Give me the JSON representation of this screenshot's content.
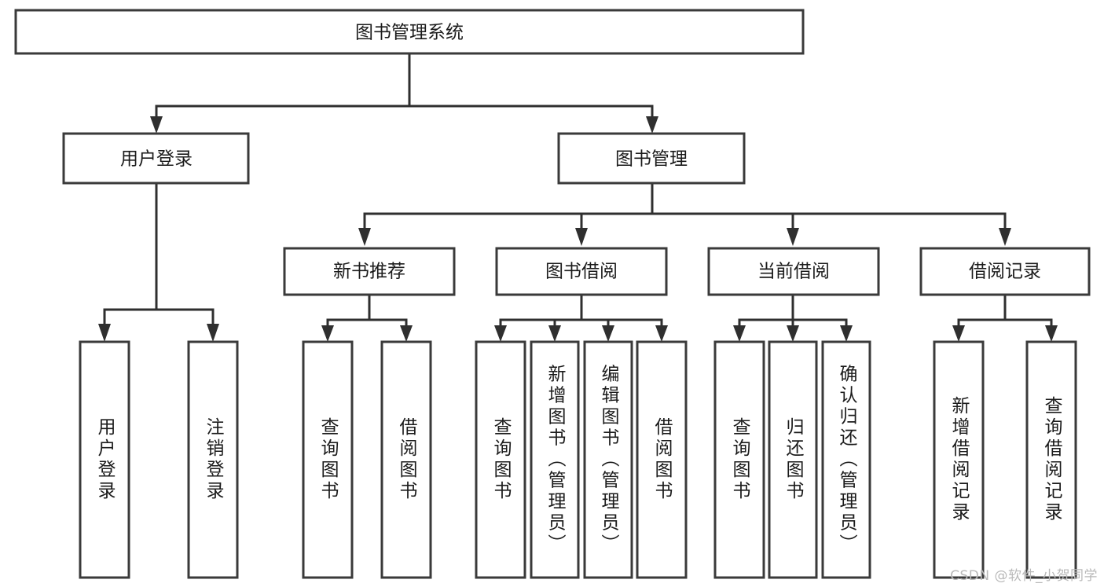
{
  "diagram": {
    "title": "图书管理系统",
    "type": "tree-hierarchy",
    "watermark": "CSDN @软件_小贺同学",
    "colors": {
      "background": "#ffffff",
      "box_stroke": "#3a3a3a",
      "line": "#2f2f2f",
      "text": "#1b1b1b",
      "watermark": "#b9b9b9"
    },
    "nodes": {
      "root": {
        "label": "图书管理系统",
        "orientation": "horizontal"
      },
      "level2": [
        {
          "label": "用户登录",
          "orientation": "horizontal"
        },
        {
          "label": "图书管理",
          "orientation": "horizontal"
        }
      ],
      "level3": [
        {
          "label": "新书推荐",
          "orientation": "horizontal"
        },
        {
          "label": "图书借阅",
          "orientation": "horizontal"
        },
        {
          "label": "当前借阅",
          "orientation": "horizontal"
        },
        {
          "label": "借阅记录",
          "orientation": "horizontal"
        }
      ],
      "leaves_user_login": [
        {
          "label": "用户登录",
          "orientation": "vertical"
        },
        {
          "label": "注销登录",
          "orientation": "vertical"
        }
      ],
      "leaves_new_book": [
        {
          "label": "查询图书",
          "orientation": "vertical"
        },
        {
          "label": "借阅图书",
          "orientation": "vertical"
        }
      ],
      "leaves_book_borrow": [
        {
          "label": "查询图书",
          "orientation": "vertical"
        },
        {
          "label": "新增图书（管理员）",
          "orientation": "vertical"
        },
        {
          "label": "编辑图书（管理员）",
          "orientation": "vertical"
        },
        {
          "label": "借阅图书",
          "orientation": "vertical"
        }
      ],
      "leaves_current_borrow": [
        {
          "label": "查询图书",
          "orientation": "vertical"
        },
        {
          "label": "归还图书",
          "orientation": "vertical"
        },
        {
          "label": "确认归还（管理员）",
          "orientation": "vertical"
        }
      ],
      "leaves_borrow_record": [
        {
          "label": "新增借阅记录",
          "orientation": "vertical"
        },
        {
          "label": "查询借阅记录",
          "orientation": "vertical"
        }
      ]
    }
  }
}
